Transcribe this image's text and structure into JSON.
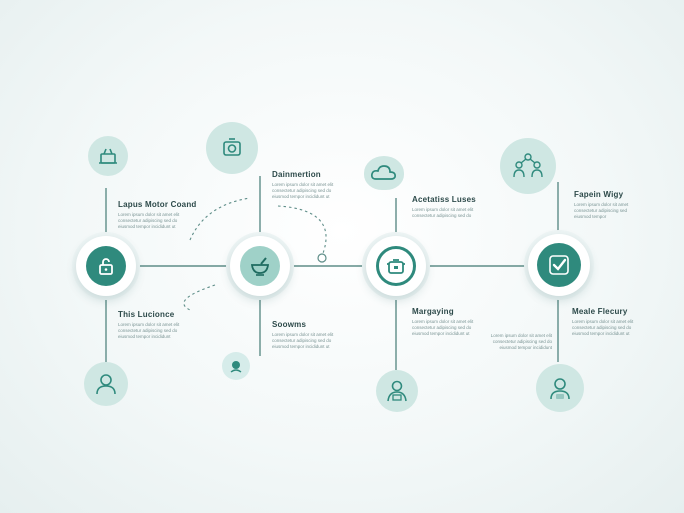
{
  "labels": {
    "n1_top": {
      "title": "Lapus Motor Coand",
      "lines": [
        "Lorem ipsum dolor sit amet elit",
        "consectetur adipiscing sed do",
        "eiusmod tempor incididunt ut"
      ]
    },
    "n1_bottom": {
      "title": "This Lucionce",
      "lines": [
        "Lorem ipsum dolor sit amet elit",
        "consectetur adipiscing sed do",
        "eiusmod tempor incididunt"
      ]
    },
    "n2_top": {
      "title": "Dainmertion",
      "lines": [
        "Lorem ipsum dolor sit amet elit",
        "consectetur adipiscing sed do",
        "eiusmod tempor incididunt ut"
      ]
    },
    "n2_bottom": {
      "title": "Soowms",
      "lines": [
        "Lorem ipsum dolor sit amet elit",
        "consectetur adipiscing sed do",
        "eiusmod tempor incididunt ut"
      ]
    },
    "n3_top": {
      "title": "Acetatiss Luses",
      "lines": [
        "Lorem ipsum dolor sit amet elit",
        "consectetur adipiscing sed do"
      ]
    },
    "n3_bottom": {
      "title": "Margaying",
      "lines": [
        "Lorem ipsum dolor sit amet elit",
        "consectetur adipiscing sed do",
        "eiusmod tempor incididunt ut"
      ]
    },
    "n4_top": {
      "title": "Fapein Wigy",
      "lines": [
        "Lorem ipsum dolor sit amet",
        "consectetur adipiscing sed",
        "eiusmod tempor"
      ]
    },
    "n4_bottom": {
      "title": "Meale Flecury",
      "lines": [
        "Lorem ipsum dolor sit amet elit",
        "consectetur adipiscing sed do",
        "eiusmod tempor incididunt ut"
      ]
    },
    "n4_bottom_left": {
      "title": "",
      "lines": [
        "Lorem ipsum dolor sit amet elit",
        "consectetur adipiscing sed do",
        "eiusmod tempor incididunt"
      ]
    }
  },
  "icons": {
    "main": [
      "padlock-icon",
      "mortar-bowl-icon",
      "cooking-pot-icon",
      "checkmark-icon"
    ],
    "side_top": [
      "shopping-basket-icon",
      "camera-frame-icon",
      "cloud-icon",
      "team-network-icon"
    ],
    "side_bottom": [
      "person-icon",
      "small-emblem-icon",
      "worker-icon",
      "user-profile-icon"
    ]
  },
  "colors": {
    "accent": "#2f8a7d",
    "light": "#cfe7e3",
    "line": "#5e8d88",
    "text": "#2d4a4a"
  }
}
